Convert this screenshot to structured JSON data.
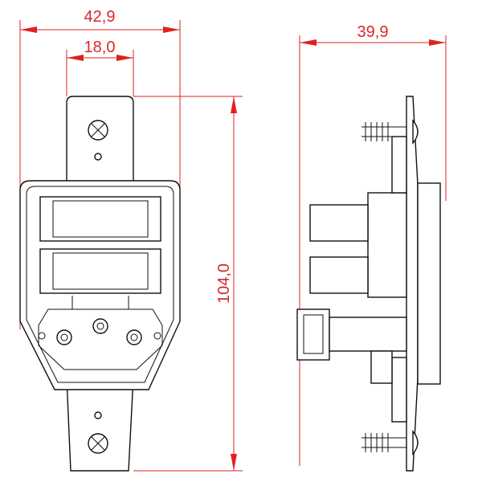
{
  "dimensions": {
    "overall_width": "42,9",
    "strap_width": "18,0",
    "depth": "39,9",
    "height": "104,0"
  },
  "colors": {
    "dimension": "#e02020",
    "outline": "#111111"
  }
}
